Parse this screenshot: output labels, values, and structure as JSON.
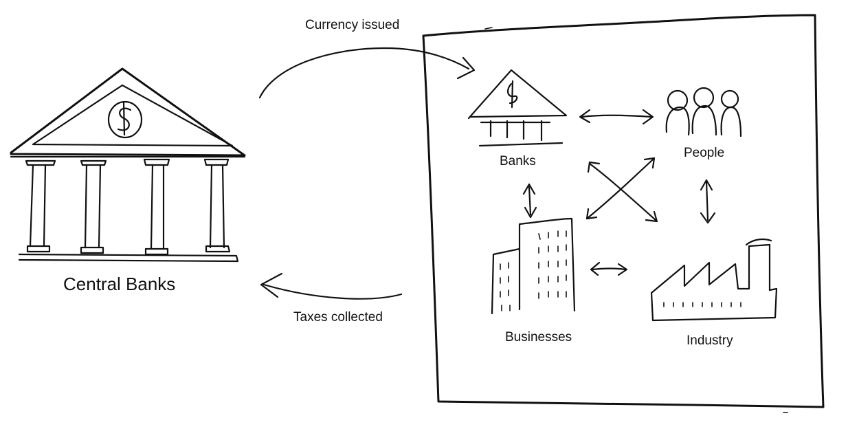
{
  "labels": {
    "central_banks": "Central Banks",
    "currency_issued": "Currency issued",
    "taxes_collected": "Taxes collected",
    "banks": "Banks",
    "people": "People",
    "businesses": "Businesses",
    "industry": "Industry"
  },
  "icons": {
    "central_bank": "bank-building-icon",
    "banks": "bank-building-icon",
    "people": "people-group-icon",
    "businesses": "office-buildings-icon",
    "industry": "factory-icon"
  },
  "colors": {
    "ink": "#111111",
    "background": "#ffffff"
  }
}
